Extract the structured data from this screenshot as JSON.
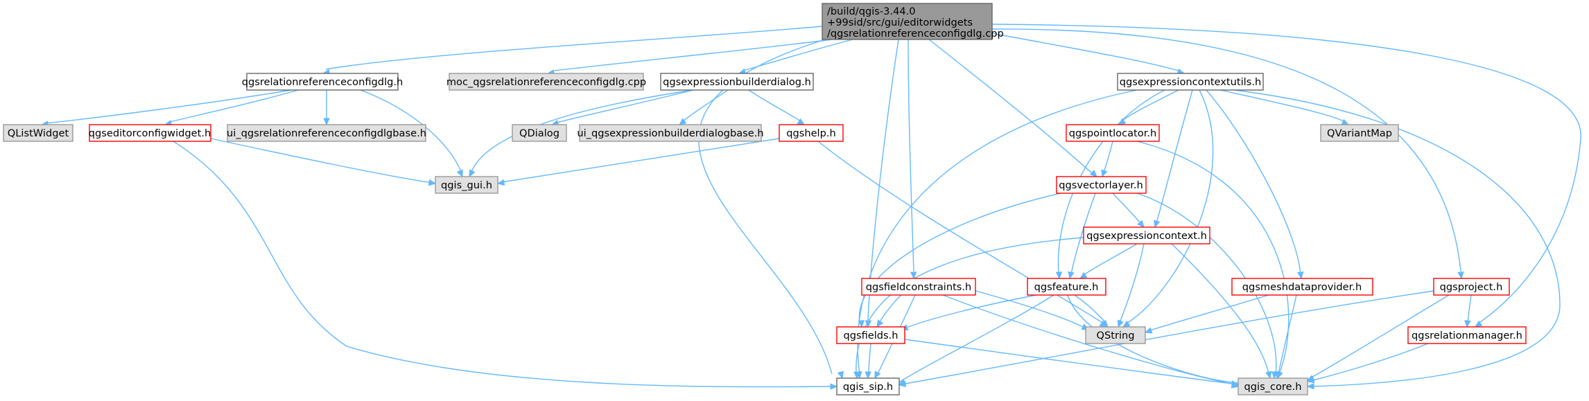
{
  "graph": {
    "root": {
      "line1": "/build/qgis-3.44.0",
      "line2": "+99sid/src/gui/editorwidgets",
      "line3": "/qgsrelationreferenceconfigdlg.cpp"
    },
    "nodes": {
      "relrefconfigdlg_h": "qgsrelationreferenceconfigdlg.h",
      "moc_relrefconfigdlg_cpp": "moc_qgsrelationreferenceconfigdlg.cpp",
      "exprbuilderdialog_h": "qgsexpressionbuilderdialog.h",
      "exprcontextutils_h": "qgsexpressioncontextutils.h",
      "qlistwidget": "QListWidget",
      "editorconfigwidget_h": "qgseditorconfigwidget.h",
      "ui_relrefconfigdlgbase_h": "ui_qgsrelationreferenceconfigdlgbase.h",
      "qgis_gui_h": "qgis_gui.h",
      "qdialog": "QDialog",
      "ui_exprbuilderdialogbase_h": "ui_qgsexpressionbuilderdialogbase.h",
      "qgshelp_h": "qgshelp.h",
      "pointlocator_h": "qgspointlocator.h",
      "qvariantmap": "QVariantMap",
      "vectorlayer_h": "qgsvectorlayer.h",
      "exprcontext_h": "qgsexpressioncontext.h",
      "fieldconstraints_h": "qgsfieldconstraints.h",
      "feature_h": "qgsfeature.h",
      "meshdataprovider_h": "qgsmeshdataprovider.h",
      "project_h": "qgsproject.h",
      "fields_h": "qgsfields.h",
      "qstring": "QString",
      "relationmanager_h": "qgsrelationmanager.h",
      "qgis_sip_h": "qgis_sip.h",
      "qgis_core_h": "qgis_core.h"
    }
  },
  "colors": {
    "edge": "#63b8ff",
    "root_fill": "#999999",
    "external_fill": "#e0e0e0",
    "external_border": "#999999",
    "linked_border": "#ff0000",
    "plain_border": "#666666"
  }
}
